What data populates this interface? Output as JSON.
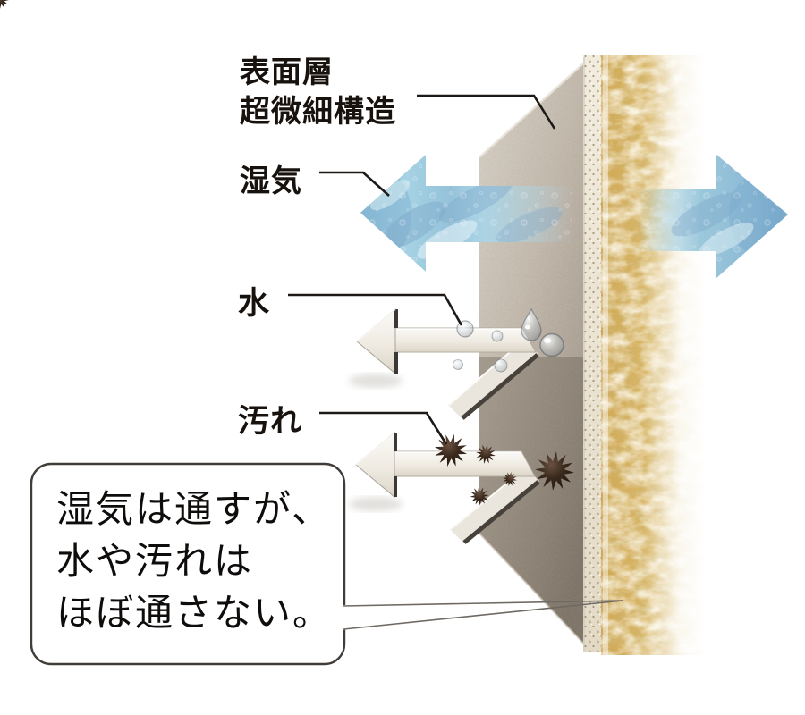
{
  "diagram": {
    "labels": {
      "surface_line1": "表面層",
      "surface_line2": "超微細構造",
      "moisture": "湿気",
      "water": "水",
      "dirt": "汚れ"
    },
    "callout": {
      "line1": "湿気は通すが、",
      "line2": "水や汚れは",
      "line3": "ほぼ通さない。"
    },
    "icons": {
      "moisture_arrow_left": "moisture-flow-arrow-left-icon",
      "moisture_arrow_right": "moisture-flow-arrow-right-icon",
      "water_bounce_arrow": "water-repel-arrow-icon",
      "dirt_bounce_arrow": "dirt-repel-arrow-icon",
      "water_droplet": "water-droplet-icon",
      "dirt_particle": "dirt-particle-icon"
    },
    "colors": {
      "moisture_arrow_blue": "#9cc7de",
      "surface_layer_gray": "#b7ada0",
      "substrate_foam_tan": "#d6b468",
      "bounce_arrow_white": "#efebe3",
      "dirt_particle_brown": "#2a1d12",
      "outline_black": "#221d18"
    }
  }
}
